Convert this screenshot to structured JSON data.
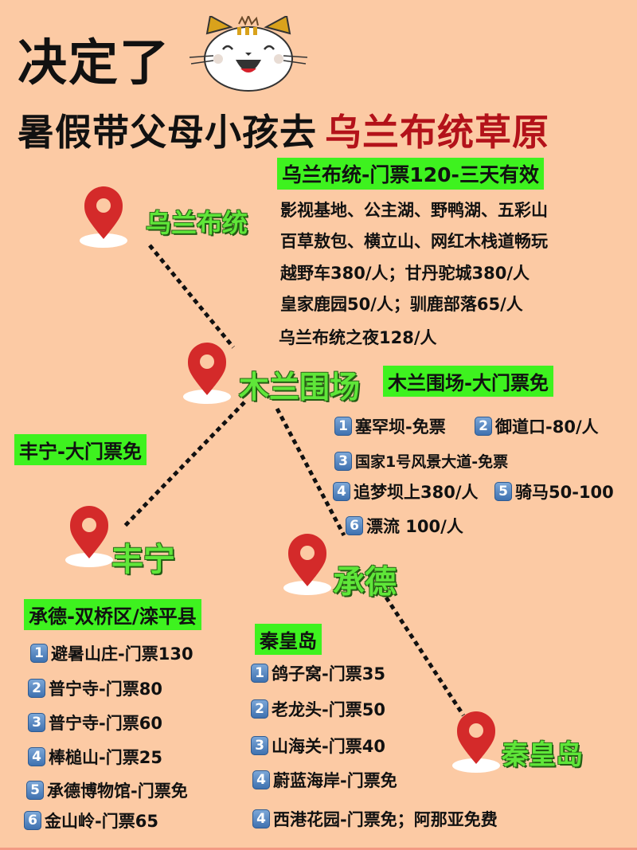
{
  "header": {
    "title_line1": "决定了",
    "title_line2_black": "暑假带父母小孩去",
    "title_line2_red": "乌兰布统草原",
    "mascot_icon": "cat-face-icon"
  },
  "colors": {
    "background": "#fccaa4",
    "highlight_green": "#3ef21f",
    "title_red": "#b3121a",
    "map_label_green": "#5fe639",
    "pin_red": "#d42a2a",
    "number_badge_blue": "#4d7fbd"
  },
  "map": {
    "labels": {
      "wulanbutong": "乌兰布统",
      "mulanweichang": "木兰围场",
      "fengning": "丰宁",
      "chengde": "承德",
      "qinhuangdao": "秦皇岛"
    },
    "pin_icon": "map-pin-icon"
  },
  "wulanbutong": {
    "heading": "乌兰布统-门票120-三天有效",
    "lines": [
      "影视基地、公主湖、野鸭湖、五彩山",
      "百草敖包、横立山、网红木栈道畅玩",
      "越野车380/人；甘丹驼城380/人",
      "皇家鹿园50/人；驯鹿部落65/人",
      "乌兰布统之夜128/人"
    ]
  },
  "mulanweichang": {
    "heading": "木兰围场-大门票免",
    "items": [
      {
        "num": "1",
        "text": "塞罕坝-免票"
      },
      {
        "num": "2",
        "text": "御道口-80/人"
      },
      {
        "num": "3",
        "text": "国家1号风景大道-免票"
      },
      {
        "num": "4",
        "text": "追梦坝上380/人"
      },
      {
        "num": "5",
        "text": "骑马50-100"
      },
      {
        "num": "6",
        "text": "漂流 100/人"
      }
    ]
  },
  "fengning": {
    "heading": "丰宁-大门票免"
  },
  "chengde": {
    "heading": "承德-双桥区/滦平县",
    "items": [
      {
        "num": "1",
        "text": "避暑山庄-门票130"
      },
      {
        "num": "2",
        "text": "普宁寺-门票80"
      },
      {
        "num": "3",
        "text": "普宁寺-门票60"
      },
      {
        "num": "4",
        "text": "棒槌山-门票25"
      },
      {
        "num": "5",
        "text": "承德博物馆-门票免"
      },
      {
        "num": "6",
        "text": "金山岭-门票65"
      }
    ]
  },
  "qinhuangdao": {
    "heading": "秦皇岛",
    "items": [
      {
        "num": "1",
        "text": "鸽子窝-门票35"
      },
      {
        "num": "2",
        "text": "老龙头-门票50"
      },
      {
        "num": "3",
        "text": "山海关-门票40"
      },
      {
        "num": "4",
        "text": "蔚蓝海岸-门票免"
      },
      {
        "num": "4",
        "text": "西港花园-门票免；阿那亚免费"
      }
    ]
  }
}
